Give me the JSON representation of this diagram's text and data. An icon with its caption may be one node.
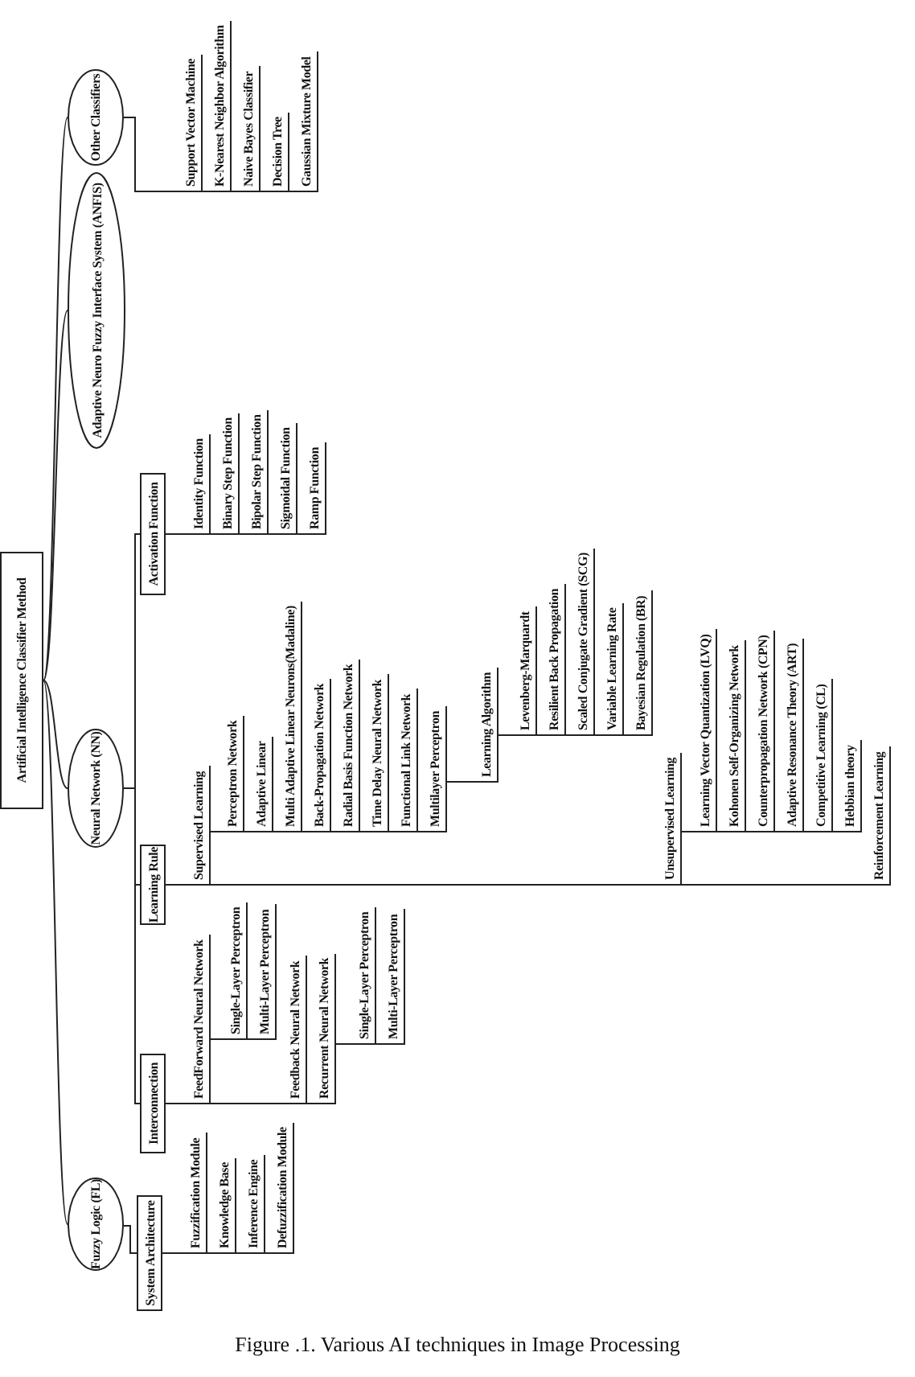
{
  "diagram": {
    "caption": "Figure .1. Various AI techniques in Image Processing",
    "nodes": [
      {
        "text": [
          "Artificial Intelligence Classifier Method"
        ]
      },
      {
        "text": [
          "Fuzzy Logic (FL)"
        ]
      },
      {
        "text": [
          "System Architecture"
        ]
      },
      {
        "text": [
          "Fuzzification Module"
        ]
      },
      {
        "text": [
          "Knowledge Base"
        ]
      },
      {
        "text": [
          "Inference Engine"
        ]
      },
      {
        "text": [
          "Defuzzification Module"
        ]
      },
      {
        "text": [
          "Neural Network (NN)"
        ]
      },
      {
        "text": [
          "Interconnection"
        ]
      },
      {
        "text": [
          "FeedForward Neural Network"
        ]
      },
      {
        "text": [
          "Single-Layer Perceptron"
        ]
      },
      {
        "text": [
          "Multi-Layer Perceptron"
        ]
      },
      {
        "text": [
          "Feedback Neural Network"
        ]
      },
      {
        "text": [
          "Recurrent Neural Network"
        ]
      },
      {
        "text": [
          "Single-Layer Perceptron"
        ]
      },
      {
        "text": [
          "Multi-Layer Perceptron"
        ]
      },
      {
        "text": [
          "Learning Rule"
        ]
      },
      {
        "text": [
          "Supervised Learning"
        ]
      },
      {
        "text": [
          "Perceptron Network"
        ]
      },
      {
        "text": [
          "Adaptive Linear"
        ]
      },
      {
        "text": [
          "Multi Adaptive Linear Neurons(Madaline)"
        ]
      },
      {
        "text": [
          "Back-Propagation Network"
        ]
      },
      {
        "text": [
          "Radial Basis Function Network"
        ]
      },
      {
        "text": [
          "Time Delay Neural Network"
        ]
      },
      {
        "text": [
          "Functional Link Network"
        ]
      },
      {
        "text": [
          "Multilayer Perceptron"
        ]
      },
      {
        "text": [
          "Learning Algorithm"
        ]
      },
      {
        "text": [
          "Levenberg-Marquardt"
        ]
      },
      {
        "text": [
          "Resilient Back Propagation"
        ]
      },
      {
        "text": [
          "Scaled Conjugate Gradient (SCG)"
        ]
      },
      {
        "text": [
          "Variable Learning Rate"
        ]
      },
      {
        "text": [
          "Bayesian Regulation (BR)"
        ]
      },
      {
        "text": [
          "Unsupervised Learning"
        ]
      },
      {
        "text": [
          "Learning Vector Quantization (LVQ)"
        ]
      },
      {
        "text": [
          "Kohonen Self-Organizing Network"
        ]
      },
      {
        "text": [
          "Counterpropagation Network (CPN)"
        ]
      },
      {
        "text": [
          "Adaptive Resonance Theory (ART)"
        ]
      },
      {
        "text": [
          "Competitive Learning (CL)"
        ]
      },
      {
        "text": [
          "Hebbian theory"
        ]
      },
      {
        "text": [
          "Reinforcement Learning"
        ]
      },
      {
        "text": [
          "Activation Function"
        ]
      },
      {
        "text": [
          "Identity Function"
        ]
      },
      {
        "text": [
          "Binary Step Function"
        ]
      },
      {
        "text": [
          "Bipolar Step Function"
        ]
      },
      {
        "text": [
          "Sigmoidal Function"
        ]
      },
      {
        "text": [
          "Ramp Function"
        ]
      },
      {
        "text": [
          "Adaptive Neuro Fuzzy Interface System (ANFIS)"
        ]
      },
      {
        "text": [
          "Other Classifiers"
        ]
      },
      {
        "text": [
          "Support Vector Machine"
        ]
      },
      {
        "text": [
          "K-Nearest Neighbor Algorithm"
        ]
      },
      {
        "text": [
          "Naive Bayes Classifier"
        ]
      },
      {
        "text": [
          "Decision Tree"
        ]
      },
      {
        "text": [
          "Gaussian Mixture Model"
        ]
      }
    ],
    "edges": [
      {
        "from": 0,
        "to": 1,
        "arrow": "none"
      },
      {
        "from": 0,
        "to": 7,
        "arrow": "none"
      },
      {
        "from": 0,
        "to": 46,
        "arrow": "none"
      },
      {
        "from": 0,
        "to": 47,
        "arrow": "none"
      },
      {
        "from": 1,
        "to": 2,
        "arrow": "none"
      },
      {
        "from": 2,
        "to": 3,
        "arrow": "none"
      },
      {
        "from": 2,
        "to": 4,
        "arrow": "none"
      },
      {
        "from": 2,
        "to": 5,
        "arrow": "none"
      },
      {
        "from": 2,
        "to": 6,
        "arrow": "none"
      },
      {
        "from": 7,
        "to": 8,
        "arrow": "none"
      },
      {
        "from": 7,
        "to": 16,
        "arrow": "none"
      },
      {
        "from": 7,
        "to": 40,
        "arrow": "none"
      },
      {
        "from": 8,
        "to": 9,
        "arrow": "none"
      },
      {
        "from": 8,
        "to": 12,
        "arrow": "none"
      },
      {
        "from": 8,
        "to": 13,
        "arrow": "none"
      },
      {
        "from": 9,
        "to": 10,
        "arrow": "none"
      },
      {
        "from": 9,
        "to": 11,
        "arrow": "none"
      },
      {
        "from": 13,
        "to": 14,
        "arrow": "none"
      },
      {
        "from": 13,
        "to": 15,
        "arrow": "none"
      },
      {
        "from": 16,
        "to": 17,
        "arrow": "none"
      },
      {
        "from": 16,
        "to": 32,
        "arrow": "none"
      },
      {
        "from": 16,
        "to": 39,
        "arrow": "none"
      },
      {
        "from": 17,
        "to": 18,
        "arrow": "none"
      },
      {
        "from": 17,
        "to": 19,
        "arrow": "none"
      },
      {
        "from": 17,
        "to": 20,
        "arrow": "none"
      },
      {
        "from": 17,
        "to": 21,
        "arrow": "none"
      },
      {
        "from": 17,
        "to": 22,
        "arrow": "none"
      },
      {
        "from": 17,
        "to": 23,
        "arrow": "none"
      },
      {
        "from": 17,
        "to": 24,
        "arrow": "none"
      },
      {
        "from": 17,
        "to": 25,
        "arrow": "none"
      },
      {
        "from": 25,
        "to": 26,
        "arrow": "none"
      },
      {
        "from": 26,
        "to": 27,
        "arrow": "none"
      },
      {
        "from": 26,
        "to": 28,
        "arrow": "none"
      },
      {
        "from": 26,
        "to": 29,
        "arrow": "none"
      },
      {
        "from": 26,
        "to": 30,
        "arrow": "none"
      },
      {
        "from": 26,
        "to": 31,
        "arrow": "none"
      },
      {
        "from": 32,
        "to": 33,
        "arrow": "none"
      },
      {
        "from": 32,
        "to": 34,
        "arrow": "none"
      },
      {
        "from": 32,
        "to": 35,
        "arrow": "none"
      },
      {
        "from": 32,
        "to": 36,
        "arrow": "none"
      },
      {
        "from": 32,
        "to": 37,
        "arrow": "none"
      },
      {
        "from": 32,
        "to": 38,
        "arrow": "none"
      },
      {
        "from": 40,
        "to": 41,
        "arrow": "none"
      },
      {
        "from": 40,
        "to": 42,
        "arrow": "none"
      },
      {
        "from": 40,
        "to": 43,
        "arrow": "none"
      },
      {
        "from": 40,
        "to": 44,
        "arrow": "none"
      },
      {
        "from": 40,
        "to": 45,
        "arrow": "none"
      },
      {
        "from": 47,
        "to": 48,
        "arrow": "none"
      },
      {
        "from": 47,
        "to": 49,
        "arrow": "none"
      },
      {
        "from": 47,
        "to": 50,
        "arrow": "none"
      },
      {
        "from": 47,
        "to": 51,
        "arrow": "none"
      },
      {
        "from": 47,
        "to": 52,
        "arrow": "none"
      }
    ]
  }
}
